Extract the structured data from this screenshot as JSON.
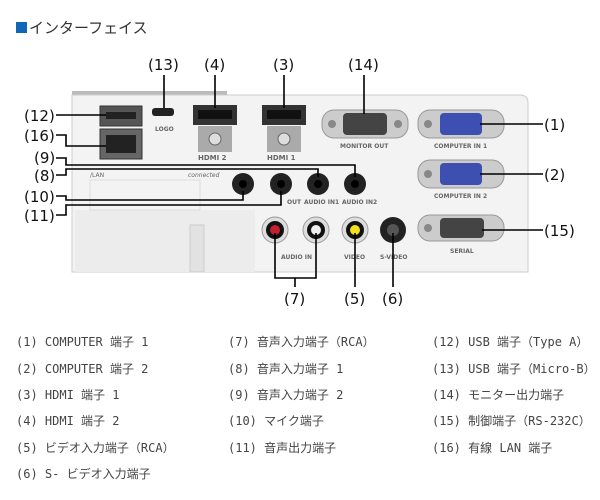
{
  "title": "インターフェイス",
  "title_color": "#1066b8",
  "panel_labels": {
    "logo": "LOGO",
    "hdmi2": "HDMI 2",
    "hdmi1": "HDMI 1",
    "monitor_out": "MONITOR OUT",
    "computer_in1": "COMPUTER IN 1",
    "computer_in2": "COMPUTER IN 2",
    "serial": "SERIAL",
    "lan": "/LAN",
    "connected": "connected",
    "out": "OUT",
    "audio_in1": "AUDIO IN1",
    "audio_in2": "AUDIO IN2",
    "audio_in": "AUDIO IN",
    "video": "VIDEO",
    "s_video": "S-VIDEO"
  },
  "callouts": {
    "c1": "(1)",
    "c2": "(2)",
    "c3": "(3)",
    "c4": "(4)",
    "c5": "(5)",
    "c6": "(6)",
    "c7": "(7)",
    "c8": "(8)",
    "c9": "(9)",
    "c10": "(10)",
    "c11": "(11)",
    "c12": "(12)",
    "c13": "(13)",
    "c14": "(14)",
    "c15": "(15)",
    "c16": "(16)"
  },
  "legend": [
    {
      "num": "(1)",
      "text": "COMPUTER 端子 1"
    },
    {
      "num": "(2)",
      "text": "COMPUTER 端子 2"
    },
    {
      "num": "(3)",
      "text": "HDMI 端子 1"
    },
    {
      "num": "(4)",
      "text": "HDMI 端子 2"
    },
    {
      "num": "(5)",
      "text": "ビデオ入力端子（RCA）"
    },
    {
      "num": "(6)",
      "text": "S- ビデオ入力端子"
    },
    {
      "num": "(7)",
      "text": "音声入力端子（RCA）"
    },
    {
      "num": "(8)",
      "text": "音声入力端子 1"
    },
    {
      "num": "(9)",
      "text": "音声入力端子 2"
    },
    {
      "num": "(10)",
      "text": "マイク端子"
    },
    {
      "num": "(11)",
      "text": "音声出力端子"
    },
    {
      "num": "(12)",
      "text": "USB 端子（Type A）"
    },
    {
      "num": "(13)",
      "text": "USB 端子（Micro-B）"
    },
    {
      "num": "(14)",
      "text": "モニター出力端子"
    },
    {
      "num": "(15)",
      "text": "制御端子（RS-232C）"
    },
    {
      "num": "(16)",
      "text": "有線 LAN 端子"
    }
  ]
}
